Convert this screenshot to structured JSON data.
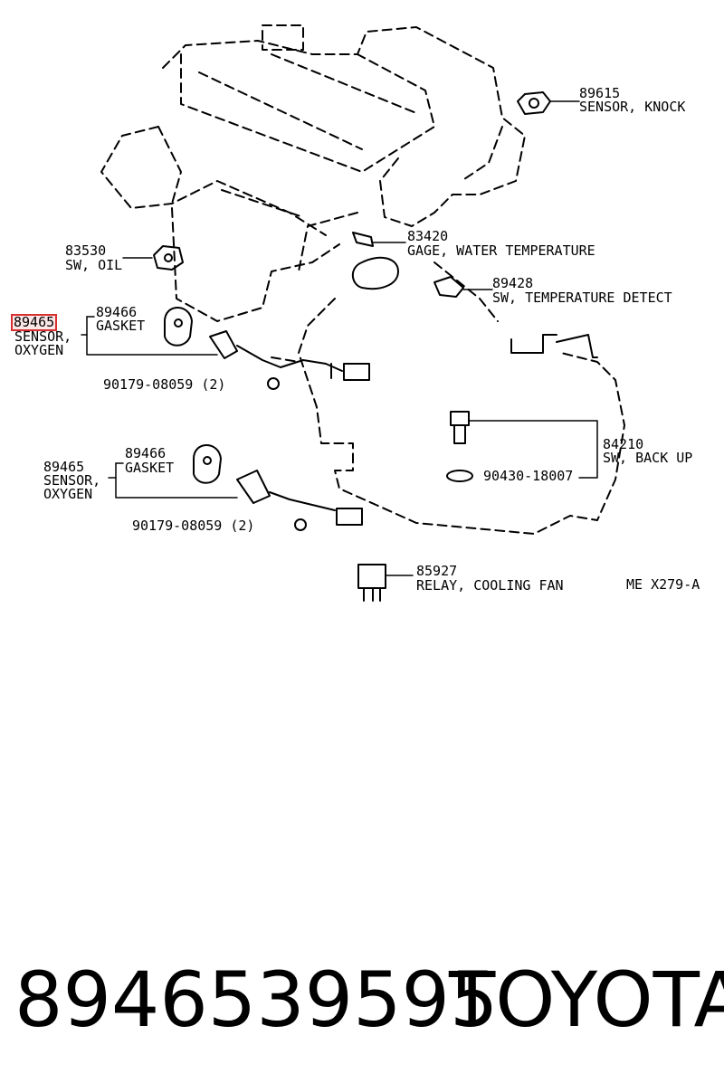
{
  "labels": {
    "knock_no": "89615",
    "knock_name": "SENSOR, KNOCK",
    "gage_no": "83420",
    "gage_name": "GAGE, WATER TEMPERATURE",
    "oilsw_no": "83530",
    "oilsw_name": "SW, OIL",
    "tempdet_no": "89428",
    "tempdet_name": "SW, TEMPERATURE DETECT",
    "o2_top_no": "89465",
    "o2_top_l1": "SENSOR,",
    "o2_top_l2": "OXYGEN",
    "gasket_top_no": "89466",
    "gasket_top_name": "GASKET",
    "nut_top": "90179-08059 (2)",
    "backup_no": "84210",
    "backup_name": "SW, BACK UP",
    "washer_no": "90430-18007",
    "o2_bot_no": "89465",
    "o2_bot_l1": "SENSOR,",
    "o2_bot_l2": "OXYGEN",
    "gasket_bot_no": "89466",
    "gasket_bot_name": "GASKET",
    "nut_bot": "90179-08059 (2)",
    "relay_no": "85927",
    "relay_name": "RELAY, COOLING FAN",
    "ref_code": "ME X279-A"
  },
  "footer": {
    "part_number": "8946539595",
    "brand": "TOYOTA"
  },
  "highlight_color": "#d83030"
}
